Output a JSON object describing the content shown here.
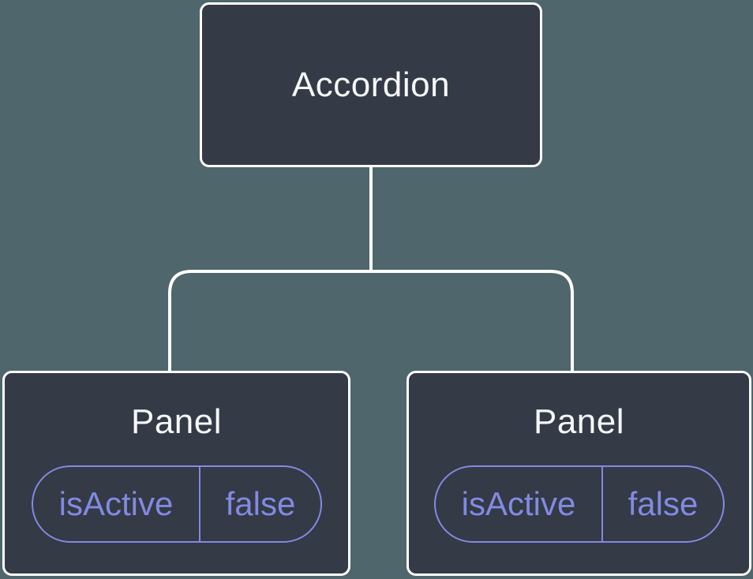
{
  "diagram": {
    "type": "component-tree",
    "colors": {
      "bg": "#4E666C",
      "node-fill": "#343A46",
      "node-border": "#FFFFFF",
      "connector": "#FFFFFF",
      "node-text": "#F6F7F9",
      "state": "#828AE2"
    },
    "root": {
      "label": "Accordion"
    },
    "children": [
      {
        "label": "Panel",
        "state": {
          "key": "isActive",
          "value": "false"
        }
      },
      {
        "label": "Panel",
        "state": {
          "key": "isActive",
          "value": "false"
        }
      }
    ]
  }
}
